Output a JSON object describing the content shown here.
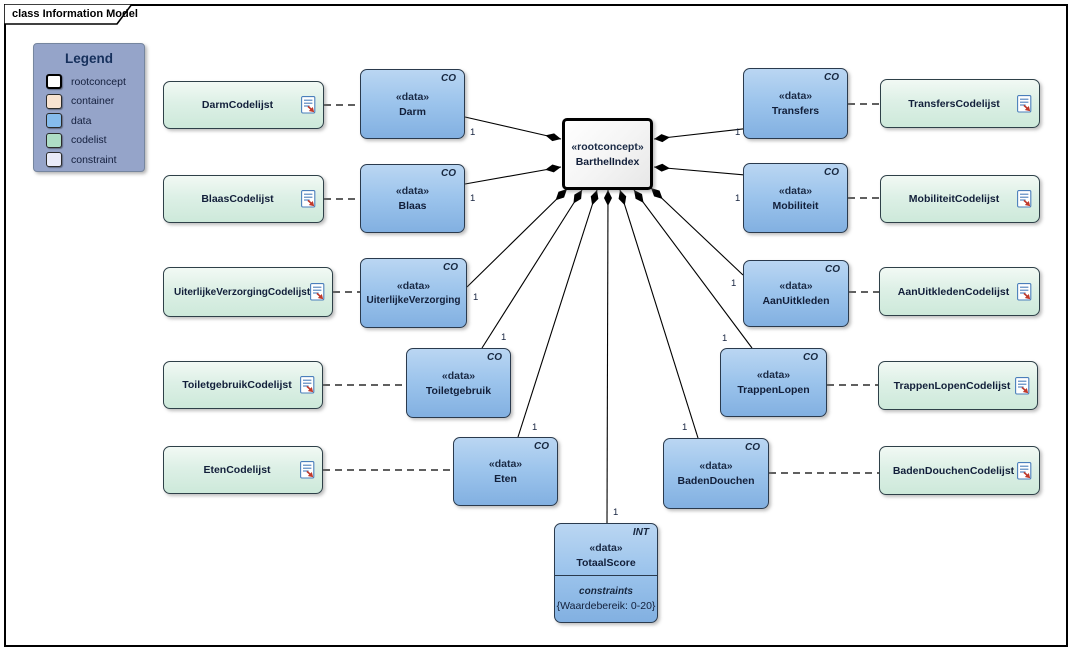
{
  "frame": {
    "title": "class Information Model"
  },
  "legend": {
    "title": "Legend",
    "items": [
      {
        "label": "rootconcept",
        "color": "#FFFFFF"
      },
      {
        "label": "container",
        "color": "#F8E3D0"
      },
      {
        "label": "data",
        "color": "#86BCEC"
      },
      {
        "label": "codelist",
        "color": "#AEDDC5"
      },
      {
        "label": "constraint",
        "color": "#E9EBF9"
      }
    ]
  },
  "root": {
    "stereotype": "«rootconcept»",
    "name": "BarthelIndex"
  },
  "data_elements": [
    {
      "stereotype": "«data»",
      "name": "Darm",
      "type_label": "CO"
    },
    {
      "stereotype": "«data»",
      "name": "Blaas",
      "type_label": "CO"
    },
    {
      "stereotype": "«data»",
      "name": "UiterlijkeVerzorging",
      "type_label": "CO"
    },
    {
      "stereotype": "«data»",
      "name": "Toiletgebruik",
      "type_label": "CO"
    },
    {
      "stereotype": "«data»",
      "name": "Eten",
      "type_label": "CO"
    },
    {
      "stereotype": "«data»",
      "name": "Transfers",
      "type_label": "CO"
    },
    {
      "stereotype": "«data»",
      "name": "Mobiliteit",
      "type_label": "CO"
    },
    {
      "stereotype": "«data»",
      "name": "AanUitkleden",
      "type_label": "CO"
    },
    {
      "stereotype": "«data»",
      "name": "TrappenLopen",
      "type_label": "CO"
    },
    {
      "stereotype": "«data»",
      "name": "BadenDouchen",
      "type_label": "CO"
    }
  ],
  "totaal_score": {
    "stereotype": "«data»",
    "name": "TotaalScore",
    "type_label": "INT",
    "constraints_label": "constraints",
    "constraint_value": "{Waardebereik: 0-20}"
  },
  "codelists": [
    {
      "name": "DarmCodelijst"
    },
    {
      "name": "BlaasCodelijst"
    },
    {
      "name": "UiterlijkeVerzorgingCodelijst"
    },
    {
      "name": "ToiletgebruikCodelijst"
    },
    {
      "name": "EtenCodelijst"
    },
    {
      "name": "TransfersCodelijst"
    },
    {
      "name": "MobiliteitCodelijst"
    },
    {
      "name": "AanUitkledenCodelijst"
    },
    {
      "name": "TrappenLopenCodelijst"
    },
    {
      "name": "BadenDouchenCodelijst"
    }
  ],
  "associations": [
    {
      "target": "Darm",
      "multiplicity": "1"
    },
    {
      "target": "Blaas",
      "multiplicity": "1"
    },
    {
      "target": "UiterlijkeVerzorging",
      "multiplicity": "1"
    },
    {
      "target": "Toiletgebruik",
      "multiplicity": "1"
    },
    {
      "target": "Eten",
      "multiplicity": "1"
    },
    {
      "target": "TotaalScore",
      "multiplicity": "1"
    },
    {
      "target": "BadenDouchen",
      "multiplicity": "1"
    },
    {
      "target": "TrappenLopen",
      "multiplicity": "1"
    },
    {
      "target": "AanUitkleden",
      "multiplicity": "1"
    },
    {
      "target": "Transfers",
      "multiplicity": "1"
    },
    {
      "target": "Mobiliteit",
      "multiplicity": "1"
    }
  ],
  "dependencies": [
    {
      "from": "DarmCodelijst",
      "to": "Darm"
    },
    {
      "from": "BlaasCodelijst",
      "to": "Blaas"
    },
    {
      "from": "UiterlijkeVerzorgingCodelijst",
      "to": "UiterlijkeVerzorging"
    },
    {
      "from": "ToiletgebruikCodelijst",
      "to": "Toiletgebruik"
    },
    {
      "from": "EtenCodelijst",
      "to": "Eten"
    },
    {
      "from": "TransfersCodelijst",
      "to": "Transfers"
    },
    {
      "from": "MobiliteitCodelijst",
      "to": "Mobiliteit"
    },
    {
      "from": "AanUitkledenCodelijst",
      "to": "AanUitkleden"
    },
    {
      "from": "TrappenLopenCodelijst",
      "to": "TrappenLopen"
    },
    {
      "from": "BadenDouchenCodelijst",
      "to": "BadenDouchen"
    }
  ],
  "colors": {
    "data_fill": "#9CC4EC",
    "codelist_fill": "#D9EEE2",
    "rootconcept_fill": "#FFFFFF",
    "legend_bg": "#95A4C9",
    "line": "#000000"
  }
}
